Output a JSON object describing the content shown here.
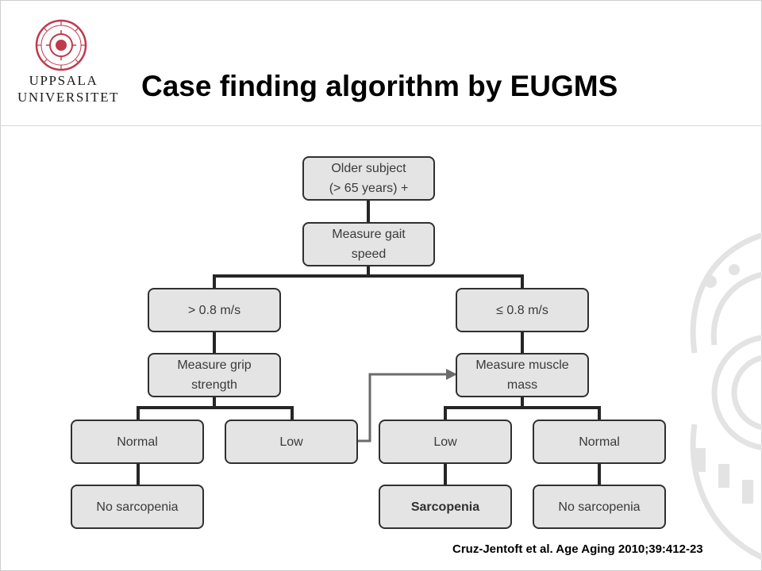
{
  "header": {
    "logo_line1": "UPPSALA",
    "logo_line2": "UNIVERSITET",
    "title": "Case finding algorithm by EUGMS"
  },
  "flowchart": {
    "nodes": {
      "older_subject": "Older subject\n(> 65 years) +",
      "measure_gait": "Measure gait\nspeed",
      "gait_fast": "> 0.8 m/s",
      "gait_slow": "≤ 0.8 m/s",
      "measure_grip": "Measure grip\nstrength",
      "measure_muscle": "Measure muscle\nmass",
      "grip_normal": "Normal",
      "grip_low": "Low",
      "mass_low": "Low",
      "mass_normal": "Normal",
      "outcome_left": "No sarcopenia",
      "outcome_middle": "Sarcopenia",
      "outcome_right": "No sarcopenia"
    }
  },
  "citation": "Cruz-Jentoft et al. Age Aging 2010;39:412-23",
  "colors": {
    "node_fill": "#e4e4e4",
    "node_border": "#303030",
    "seal_red": "#c0394b",
    "watermark": "#e3e3e3"
  }
}
